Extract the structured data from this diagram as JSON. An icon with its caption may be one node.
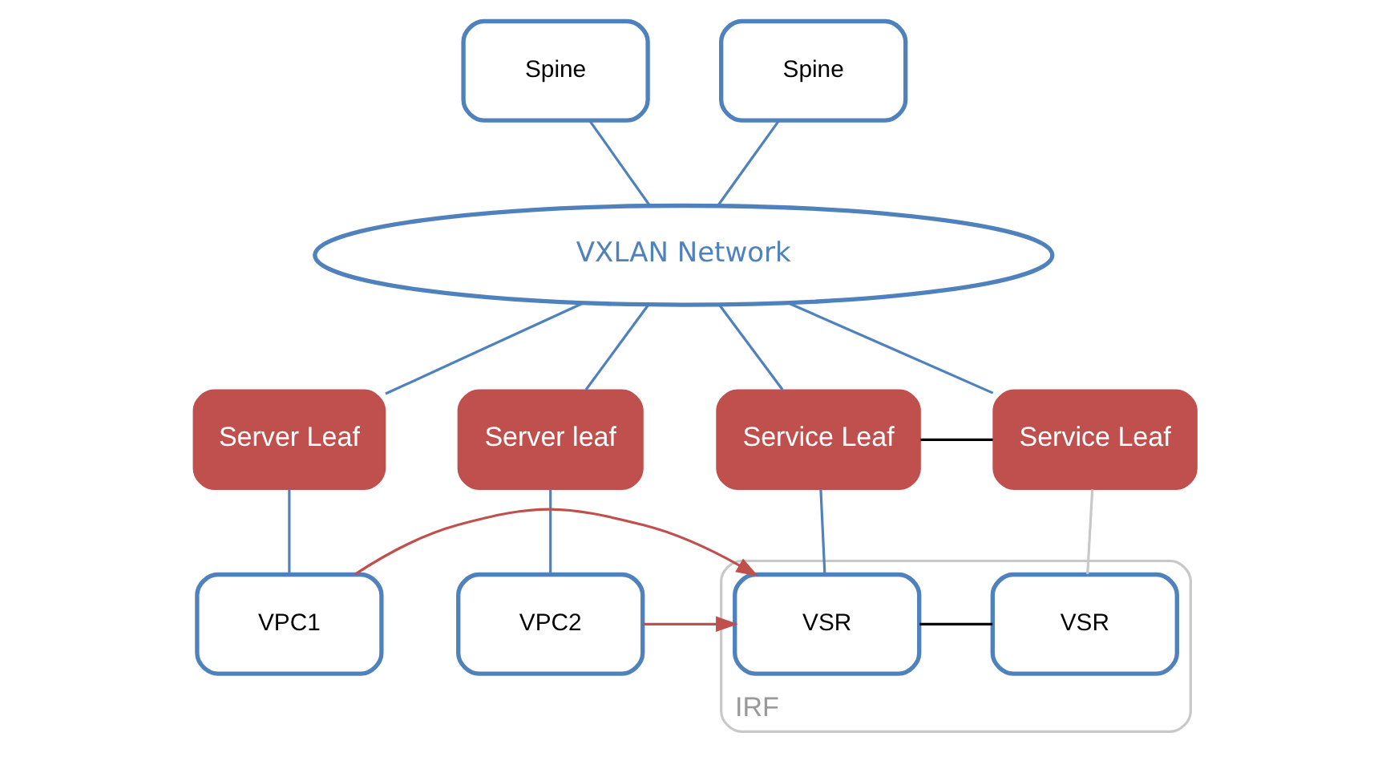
{
  "diagram": {
    "nodes": [
      {
        "text": [
          "Spine"
        ]
      },
      {
        "text": [
          "Spine"
        ]
      },
      {
        "text": [
          "VXLAN Network"
        ]
      },
      {
        "text": [
          "Server Leaf"
        ]
      },
      {
        "text": [
          "Server leaf"
        ]
      },
      {
        "text": [
          "Service Leaf"
        ]
      },
      {
        "text": [
          "Service Leaf"
        ]
      },
      {
        "text": [
          "VPC1"
        ]
      },
      {
        "text": [
          "VPC2"
        ]
      },
      {
        "text": [
          "IRF"
        ]
      },
      {
        "text": [
          "VSR"
        ],
        "in": 9
      },
      {
        "text": [
          "VSR"
        ],
        "in": 9
      }
    ],
    "edges": [
      {
        "from": 0,
        "to": 2,
        "arrow": "none"
      },
      {
        "from": 1,
        "to": 2,
        "arrow": "none"
      },
      {
        "from": 2,
        "to": 3,
        "arrow": "none"
      },
      {
        "from": 2,
        "to": 4,
        "arrow": "none"
      },
      {
        "from": 2,
        "to": 5,
        "arrow": "none"
      },
      {
        "from": 2,
        "to": 6,
        "arrow": "none"
      },
      {
        "from": 3,
        "to": 7,
        "arrow": "none"
      },
      {
        "from": 4,
        "to": 8,
        "arrow": "none"
      },
      {
        "from": 5,
        "to": 10,
        "arrow": "none"
      },
      {
        "from": 5,
        "to": 6,
        "arrow": "none",
        "color": "#000000"
      },
      {
        "from": 6,
        "to": 11,
        "arrow": "none",
        "color": "#c8c8c8"
      },
      {
        "from": 10,
        "to": 11,
        "arrow": "none",
        "color": "#000000"
      },
      {
        "from": 7,
        "to": 10,
        "arrow": "to",
        "color": "#c0504d"
      },
      {
        "from": 8,
        "to": 10,
        "arrow": "to",
        "color": "#c0504d"
      }
    ]
  }
}
